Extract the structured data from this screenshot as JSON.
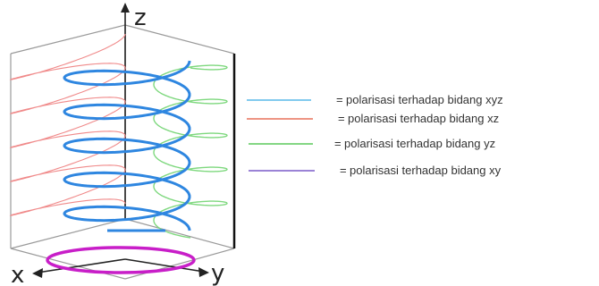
{
  "axes": {
    "z": "z",
    "x": "x",
    "y": "y"
  },
  "legend": [
    {
      "key": "xyz",
      "prefix": "=",
      "label": "polarisasi terhadap bidang xyz",
      "color": "#58b8e8"
    },
    {
      "key": "xz",
      "prefix": "=",
      "label": "polarisasi terhadap bidang xz",
      "color": "#e8705a"
    },
    {
      "key": "yz",
      "prefix": "=",
      "label": "polarisasi terhadap bidang yz",
      "color": "#5ac85a"
    },
    {
      "key": "xy",
      "prefix": "=",
      "label": "polarisasi terhadap bidang xy",
      "color": "#7a5ac8"
    }
  ],
  "colors": {
    "helix": "#2e86e0",
    "xz_projection": "#f08a8a",
    "yz_projection": "#7ed87e",
    "xy_projection": "#c81ec8",
    "box": "#9a9a9a",
    "axis": "#222222"
  }
}
